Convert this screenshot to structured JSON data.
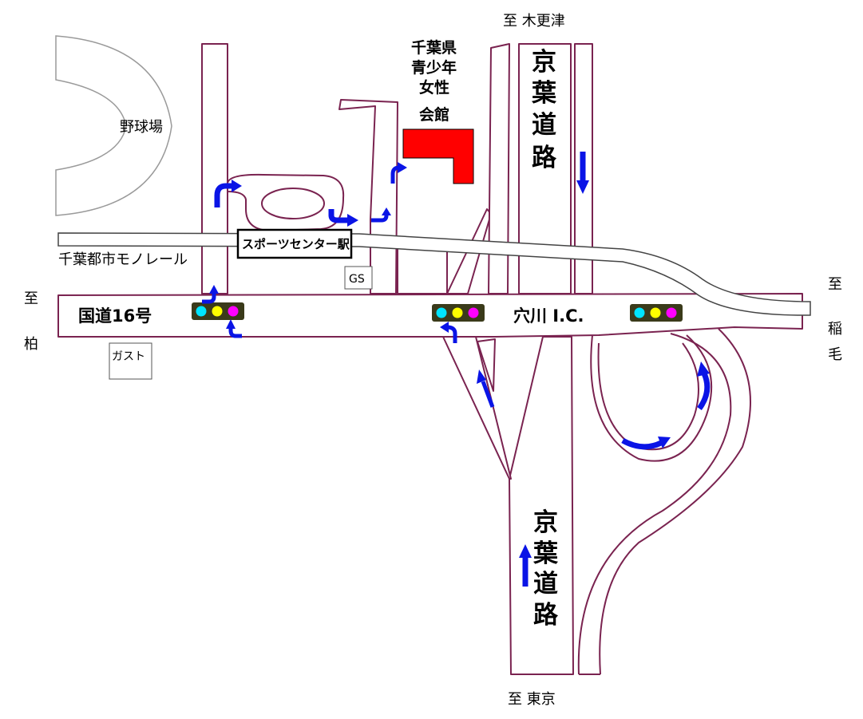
{
  "labels": {
    "kisarazu": "至 木更津",
    "tokyo": "至 東京",
    "kashiwa_top": "至",
    "kashiwa_bottom": "柏",
    "inage_top": "至",
    "inage_mid": "稲",
    "inage_bottom": "毛",
    "baseball": "野球場",
    "hall": [
      "千葉県",
      "青少年",
      "女性",
      "会館"
    ],
    "keiyo_top": [
      "京",
      "葉",
      "道",
      "路"
    ],
    "keiyo_bottom": [
      "京",
      "葉",
      "道",
      "路"
    ],
    "station": "スポーツセンター駅",
    "monorail": "千葉都市モノレール",
    "route16": "国道16号",
    "anagawa": "穴川 I.C.",
    "gs": "GS",
    "gusto": "ガスト"
  },
  "colors": {
    "road": "#7a2350",
    "arrow": "#0a14e6",
    "building": "#ff0000",
    "signal_housing": "#3a3a1a",
    "signal_cyan": "#00e5ff",
    "signal_yellow": "#ffff00",
    "signal_magenta": "#ff00ff"
  }
}
